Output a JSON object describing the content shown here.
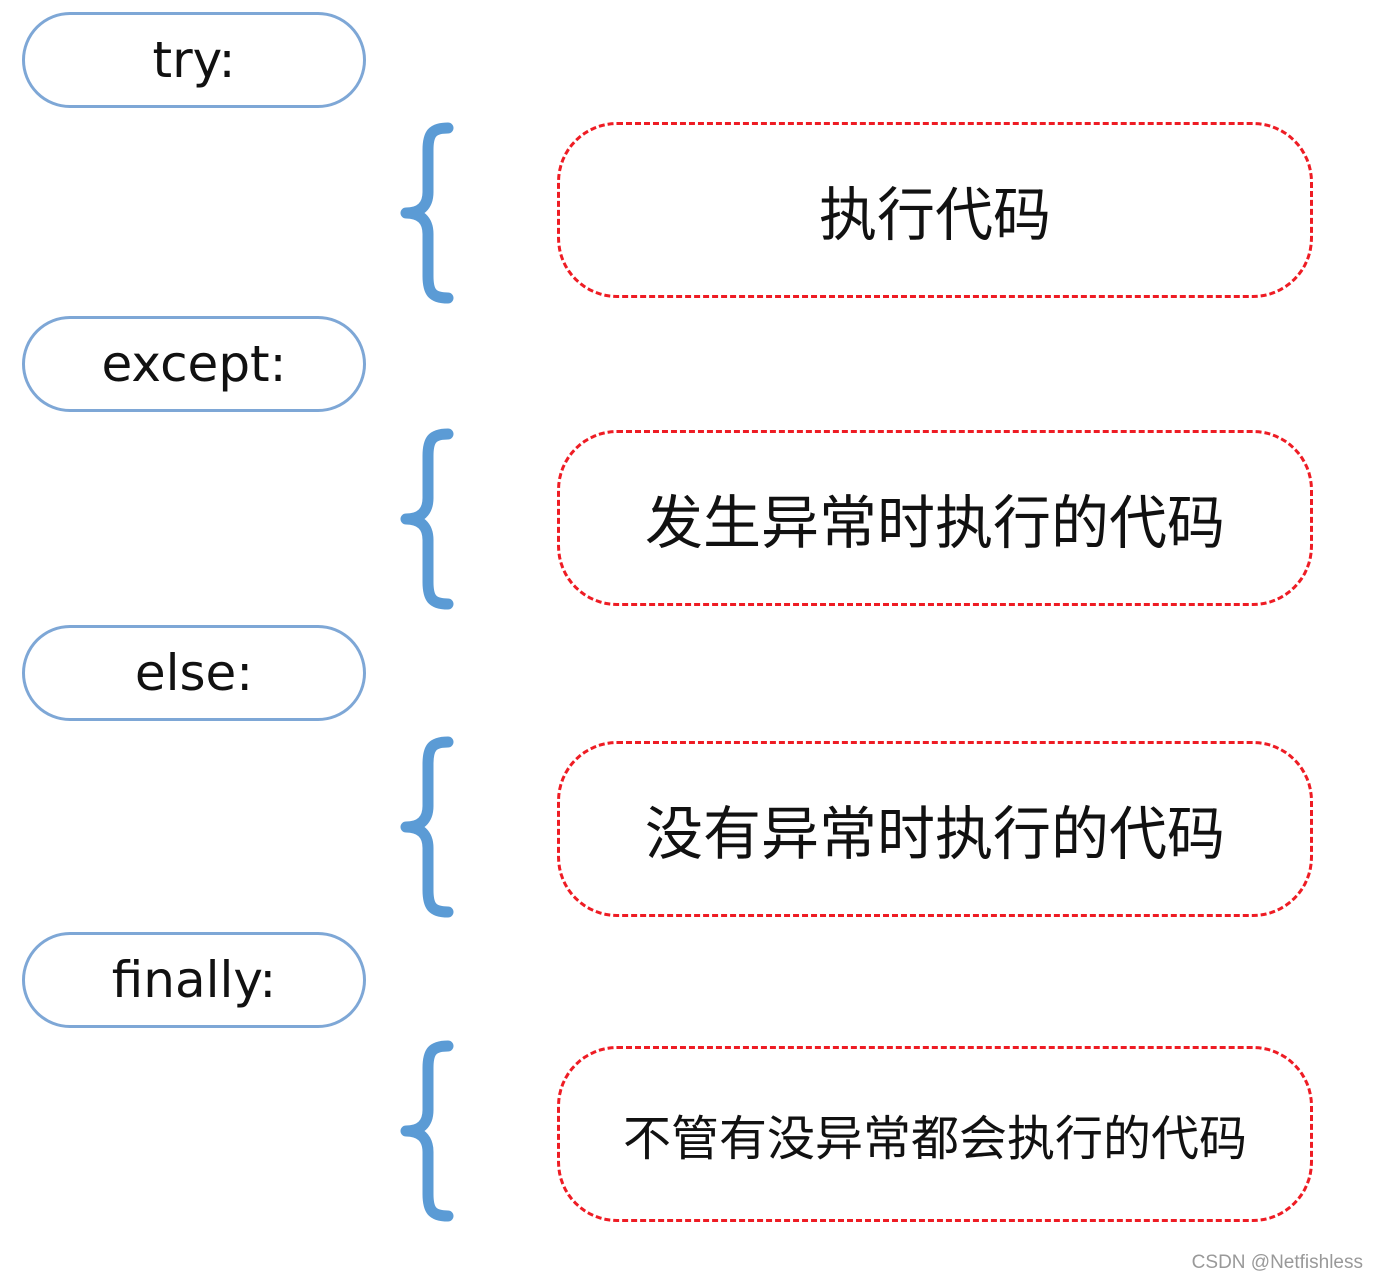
{
  "blocks": [
    {
      "keyword": "try:",
      "description": "执行代码"
    },
    {
      "keyword": "except:",
      "description": "发生异常时执行的代码"
    },
    {
      "keyword": "else:",
      "description": "没有异常时执行的代码"
    },
    {
      "keyword": "finally:",
      "description": "不管有没异常都会执行的代码"
    }
  ],
  "watermark": "CSDN @Netfishless",
  "colors": {
    "keyword_border": "#7ea7d6",
    "brace": "#5b9bd5",
    "dashed_border": "#ee1c24"
  }
}
